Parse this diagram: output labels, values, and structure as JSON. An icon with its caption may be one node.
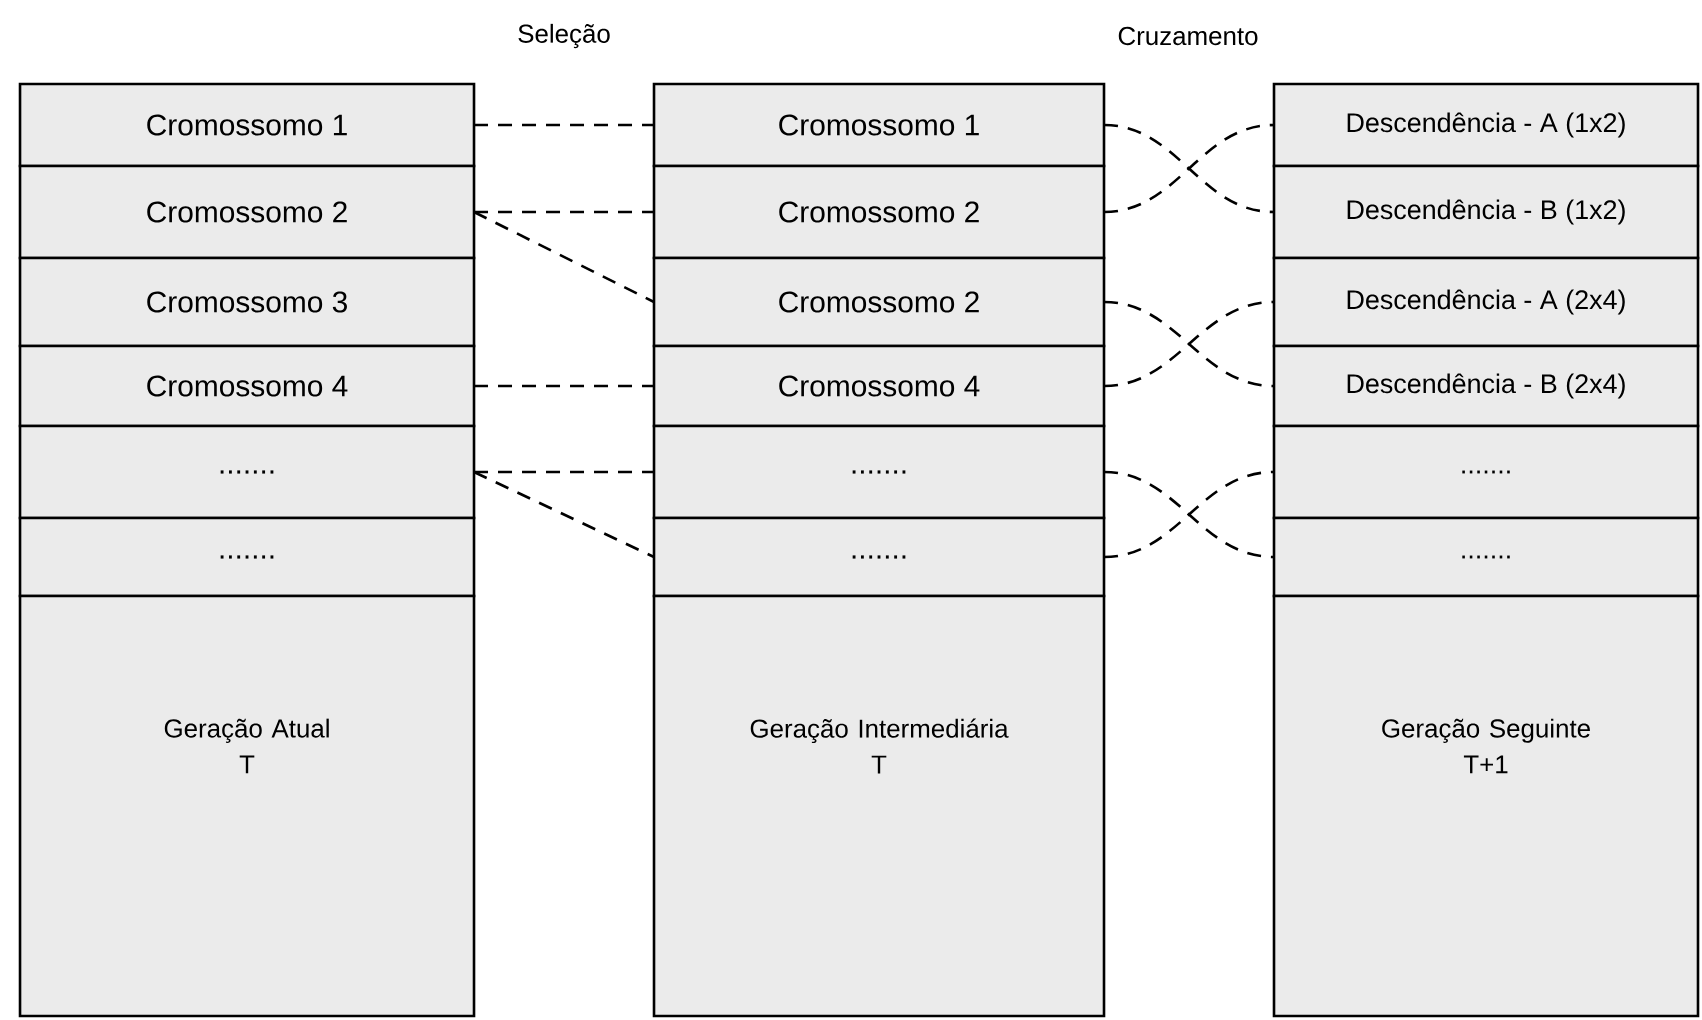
{
  "diagram": {
    "nodes": [
      {
        "text": [
          "Cromossomo 1"
        ]
      },
      {
        "text": [
          "Cromossomo 2"
        ]
      },
      {
        "text": [
          "Cromossomo 3"
        ]
      },
      {
        "text": [
          "Cromossomo 4"
        ]
      },
      {
        "text": [
          "......."
        ]
      },
      {
        "text": [
          "......."
        ]
      },
      {
        "text": [
          "Geração Atual",
          "T"
        ]
      },
      {
        "text": [
          "Cromossomo 1"
        ]
      },
      {
        "text": [
          "Cromossomo 2"
        ]
      },
      {
        "text": [
          "Cromossomo 2"
        ]
      },
      {
        "text": [
          "Cromossomo 4"
        ]
      },
      {
        "text": [
          "......."
        ]
      },
      {
        "text": [
          "......."
        ]
      },
      {
        "text": [
          "Geração Intermediária",
          "T"
        ]
      },
      {
        "text": [
          "Descendência - A (1x2)"
        ]
      },
      {
        "text": [
          "Descendência - B (1x2)"
        ]
      },
      {
        "text": [
          "Descendência - A (2x4)"
        ]
      },
      {
        "text": [
          "Descendência - B (2x4)"
        ]
      },
      {
        "text": [
          "......."
        ]
      },
      {
        "text": [
          "......."
        ]
      },
      {
        "text": [
          "Geração Seguinte",
          "T+1"
        ]
      }
    ],
    "edges": [
      {
        "from": 0,
        "to": 7,
        "arrow": "none",
        "style": "dashed"
      },
      {
        "from": 1,
        "to": 8,
        "arrow": "none",
        "style": "dashed"
      },
      {
        "from": 1,
        "to": 9,
        "arrow": "none",
        "style": "dashed"
      },
      {
        "from": 3,
        "to": 10,
        "arrow": "none",
        "style": "dashed"
      },
      {
        "from": 4,
        "to": 11,
        "arrow": "none",
        "style": "dashed"
      },
      {
        "from": 4,
        "to": 12,
        "arrow": "none",
        "style": "dashed"
      },
      {
        "from": 7,
        "to": 15,
        "arrow": "none",
        "style": "dashed"
      },
      {
        "from": 8,
        "to": 14,
        "arrow": "none",
        "style": "dashed"
      },
      {
        "from": 9,
        "to": 17,
        "arrow": "none",
        "style": "dashed"
      },
      {
        "from": 10,
        "to": 16,
        "arrow": "none",
        "style": "dashed"
      },
      {
        "from": 11,
        "to": 19,
        "arrow": "none",
        "style": "dashed"
      },
      {
        "from": 12,
        "to": 18,
        "arrow": "none",
        "style": "dashed"
      }
    ],
    "labels": [
      "Seleção",
      "Cruzamento"
    ]
  }
}
